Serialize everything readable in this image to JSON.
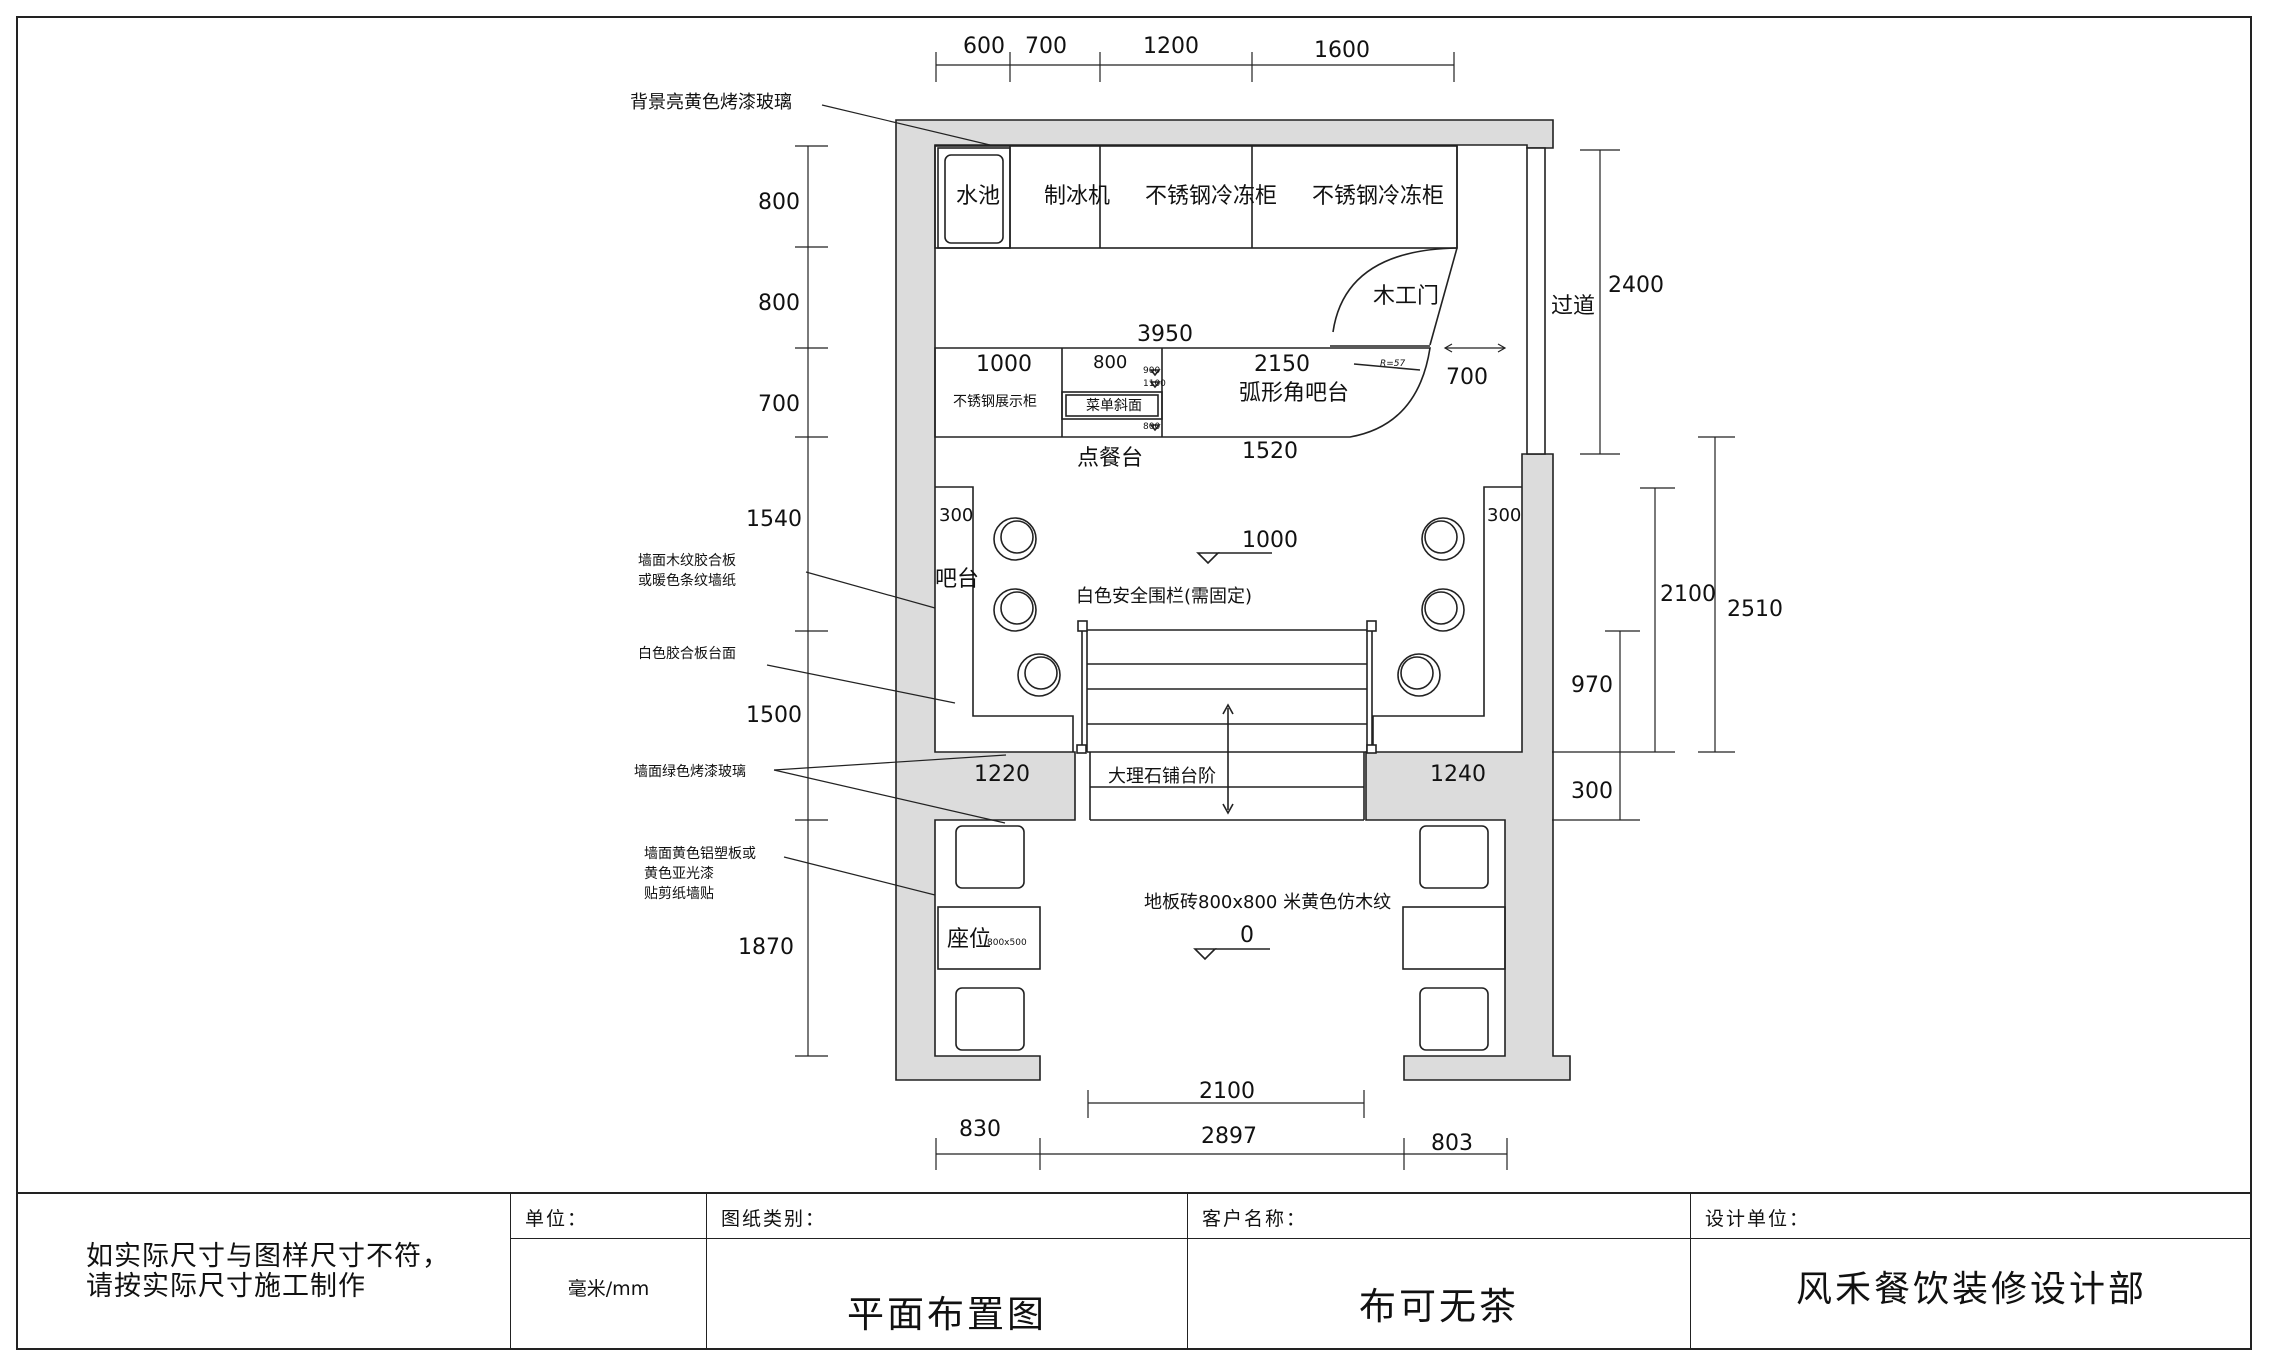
{
  "plan": {
    "dims_top": [
      "600",
      "700",
      "1200",
      "1600"
    ],
    "dims_left": [
      "800",
      "800",
      "700",
      "1540",
      "1500",
      "1870"
    ],
    "dims_right": [
      "2400",
      "2100",
      "2510",
      "970",
      "300"
    ],
    "dims_bottom": [
      "2100",
      "830",
      "2897",
      "803"
    ],
    "dims_inner": {
      "counter_total": "3950",
      "display_len": "1000",
      "menu_len": "800",
      "bar_len": "2150",
      "door_gap": "700",
      "order_len": "1520",
      "bar_left_w": "300",
      "bar_right_w": "300",
      "step_left": "1220",
      "step_right": "1240",
      "mini_900": "900",
      "mini_1100": "1100",
      "mini_800": "800",
      "radius": "R=57"
    },
    "elevations": {
      "upper": "1000",
      "lower": "0"
    },
    "labels": {
      "sink": "水池",
      "ice_machine": "制冰机",
      "freezer_1": "不锈钢冷冻柜",
      "freezer_2": "不锈钢冷冻柜",
      "wood_door": "木工门",
      "corridor": "过道",
      "display_cabinet": "不锈钢展示柜",
      "menu_slope": "菜单斜面",
      "curved_bar": "弧形角吧台",
      "order_counter": "点餐台",
      "bar": "吧台",
      "railing": "白色安全围栏(需固定)",
      "marble_steps": "大理石铺台阶",
      "floor_tile": "地板砖800x800 米黄色仿木纹",
      "seat": "座位",
      "seat_size": "800x500"
    },
    "callouts": {
      "bg_glass": "背景亮黄色烤漆玻璃",
      "wall_wood_1": "墙面木纹胶合板",
      "wall_wood_2": "或暖色条纹墙纸",
      "white_top": "白色胶合板台面",
      "green_glass": "墙面绿色烤漆玻璃",
      "yellow_1": "墙面黄色铝塑板或",
      "yellow_2": "黄色亚光漆",
      "yellow_3": "贴剪纸墙贴"
    }
  },
  "title_block": {
    "note_line1": "如实际尺寸与图样尺寸不符，",
    "note_line2": "请按实际尺寸施工制作",
    "unit_head": "单位：",
    "unit_value": "毫米/mm",
    "type_head": "图纸类别：",
    "type_value": "平面布置图",
    "client_head": "客户名称：",
    "client_value": "布可无茶",
    "designer_head": "设计单位：",
    "designer_value": "风禾餐饮装修设计部"
  },
  "colors": {
    "wall_fill": "#dcdcdc",
    "line": "#222222"
  }
}
